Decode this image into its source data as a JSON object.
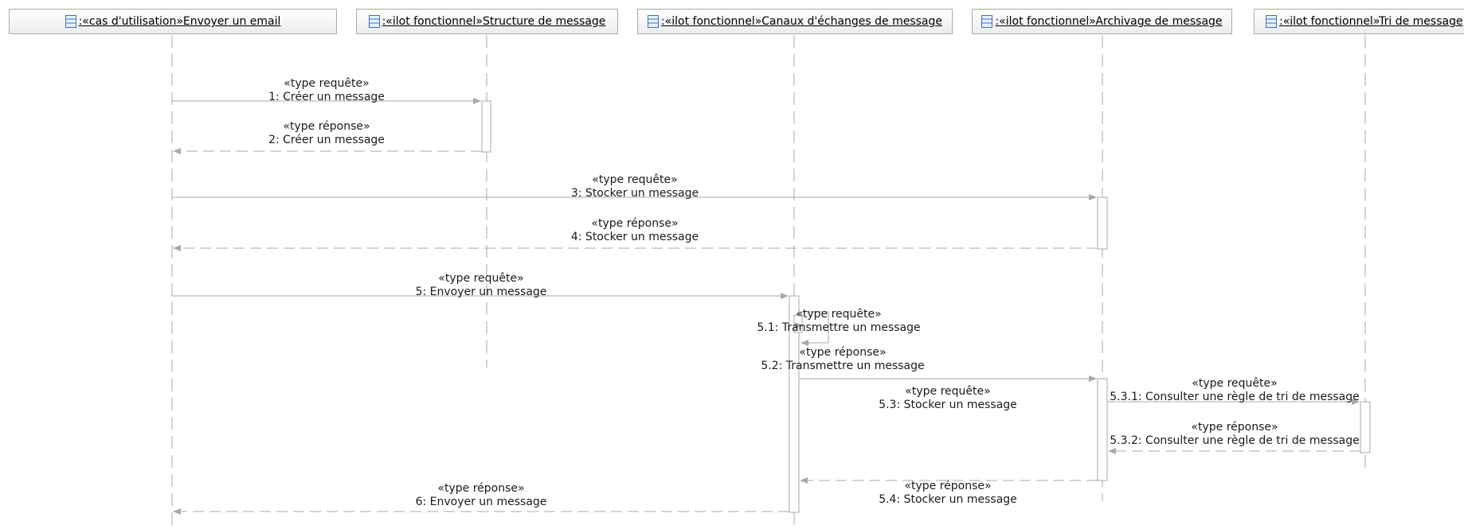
{
  "lifelines": [
    {
      "id": "cas",
      "name": ":«cas d'utilisation»Envoyer un email"
    },
    {
      "id": "structure",
      "name": ":«ilot fonctionnel»Structure de message"
    },
    {
      "id": "canaux",
      "name": ":«ilot fonctionnel»Canaux d'échanges de message"
    },
    {
      "id": "archivage",
      "name": ":«ilot fonctionnel»Archivage de message"
    },
    {
      "id": "tri",
      "name": ":«ilot fonctionnel»Tri de message"
    }
  ],
  "messages": [
    {
      "id": "m1",
      "stereotype": "«type requête»",
      "label": "1: Créer un message",
      "from": "cas",
      "to": "structure",
      "kind": "request"
    },
    {
      "id": "m2",
      "stereotype": "«type réponse»",
      "label": "2: Créer un message",
      "from": "structure",
      "to": "cas",
      "kind": "reply"
    },
    {
      "id": "m3",
      "stereotype": "«type requête»",
      "label": "3: Stocker un message",
      "from": "cas",
      "to": "archivage",
      "kind": "request"
    },
    {
      "id": "m4",
      "stereotype": "«type réponse»",
      "label": "4: Stocker un message",
      "from": "archivage",
      "to": "cas",
      "kind": "reply"
    },
    {
      "id": "m5",
      "stereotype": "«type requête»",
      "label": "5: Envoyer un message",
      "from": "cas",
      "to": "canaux",
      "kind": "request"
    },
    {
      "id": "m51",
      "stereotype": "«type requête»",
      "label": "5.1: Transmettre un message",
      "from": "canaux",
      "to": "canaux",
      "kind": "request"
    },
    {
      "id": "m52",
      "stereotype": "«type réponse»",
      "label": "5.2: Transmettre un message",
      "from": "canaux",
      "to": "canaux",
      "kind": "reply"
    },
    {
      "id": "m53",
      "stereotype": "«type requête»",
      "label": "5.3: Stocker un message",
      "from": "canaux",
      "to": "archivage",
      "kind": "request"
    },
    {
      "id": "m531",
      "stereotype": "«type requête»",
      "label": "5.3.1: Consulter une règle de tri de message",
      "from": "archivage",
      "to": "tri",
      "kind": "request"
    },
    {
      "id": "m532",
      "stereotype": "«type réponse»",
      "label": "5.3.2: Consulter une règle de tri de message",
      "from": "tri",
      "to": "archivage",
      "kind": "reply"
    },
    {
      "id": "m54",
      "stereotype": "«type réponse»",
      "label": "5.4: Stocker un message",
      "from": "archivage",
      "to": "canaux",
      "kind": "reply"
    },
    {
      "id": "m6",
      "stereotype": "«type réponse»",
      "label": "6: Envoyer un message",
      "from": "canaux",
      "to": "cas",
      "kind": "reply"
    }
  ],
  "colors": {
    "line": "#a9a9a9",
    "text": "#1a1a1a",
    "icon": "#3b6fc2"
  }
}
